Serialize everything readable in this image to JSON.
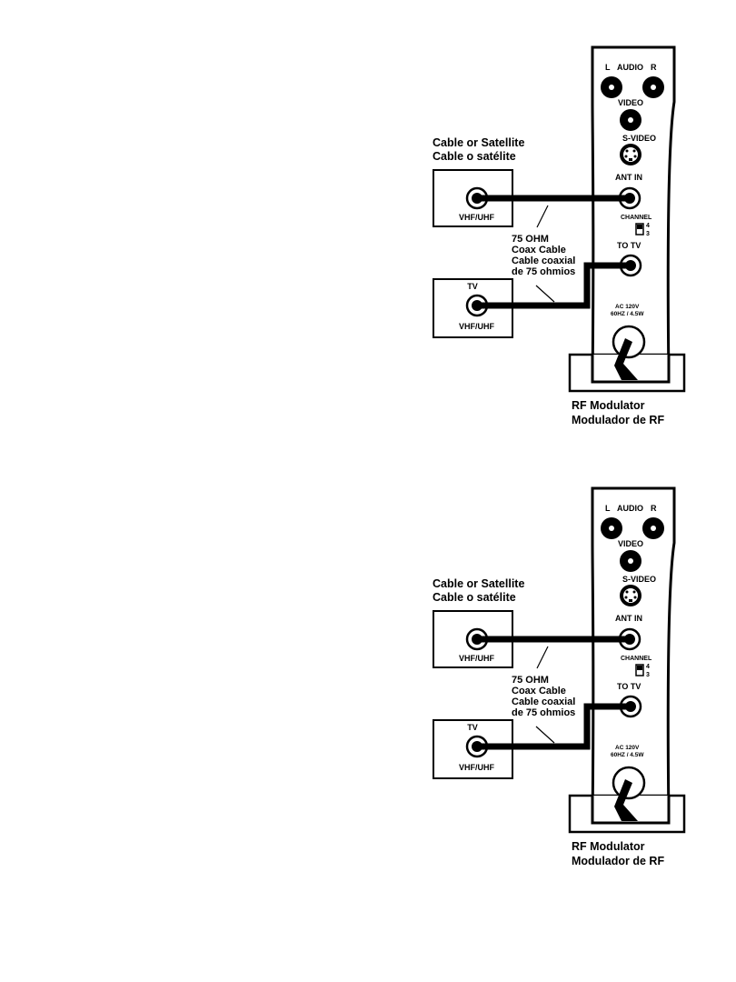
{
  "diagrams": [
    {
      "source_title": "Cable or Satellite",
      "source_title_es": "Cable o satélite",
      "source_port": "VHF/UHF",
      "tv_title": "TV",
      "tv_port": "VHF/UHF",
      "cable_line1": "75 OHM",
      "cable_line2": "Coax Cable",
      "cable_line3": "Cable coaxial",
      "cable_line4": "de 75 ohmios",
      "device": {
        "audio_l": "L",
        "audio": "AUDIO",
        "audio_r": "R",
        "video": "VIDEO",
        "svideo": "S-VIDEO",
        "ant_in": "ANT IN",
        "channel": "CHANNEL",
        "ch4": "4",
        "ch3": "3",
        "to_tv": "TO TV",
        "power1": "AC 120V",
        "power2": "60HZ / 4.5W"
      },
      "device_title": "RF Modulator",
      "device_title_es": "Modulador de RF"
    },
    {
      "source_title": "Cable or Satellite",
      "source_title_es": "Cable o satélite",
      "source_port": "VHF/UHF",
      "tv_title": "TV",
      "tv_port": "VHF/UHF",
      "cable_line1": "75 OHM",
      "cable_line2": "Coax Cable",
      "cable_line3": "Cable coaxial",
      "cable_line4": "de 75 ohmios",
      "device": {
        "audio_l": "L",
        "audio": "AUDIO",
        "audio_r": "R",
        "video": "VIDEO",
        "svideo": "S-VIDEO",
        "ant_in": "ANT IN",
        "channel": "CHANNEL",
        "ch4": "4",
        "ch3": "3",
        "to_tv": "TO TV",
        "power1": "AC 120V",
        "power2": "60HZ / 4.5W"
      },
      "device_title": "RF Modulator",
      "device_title_es": "Modulador de RF"
    }
  ]
}
